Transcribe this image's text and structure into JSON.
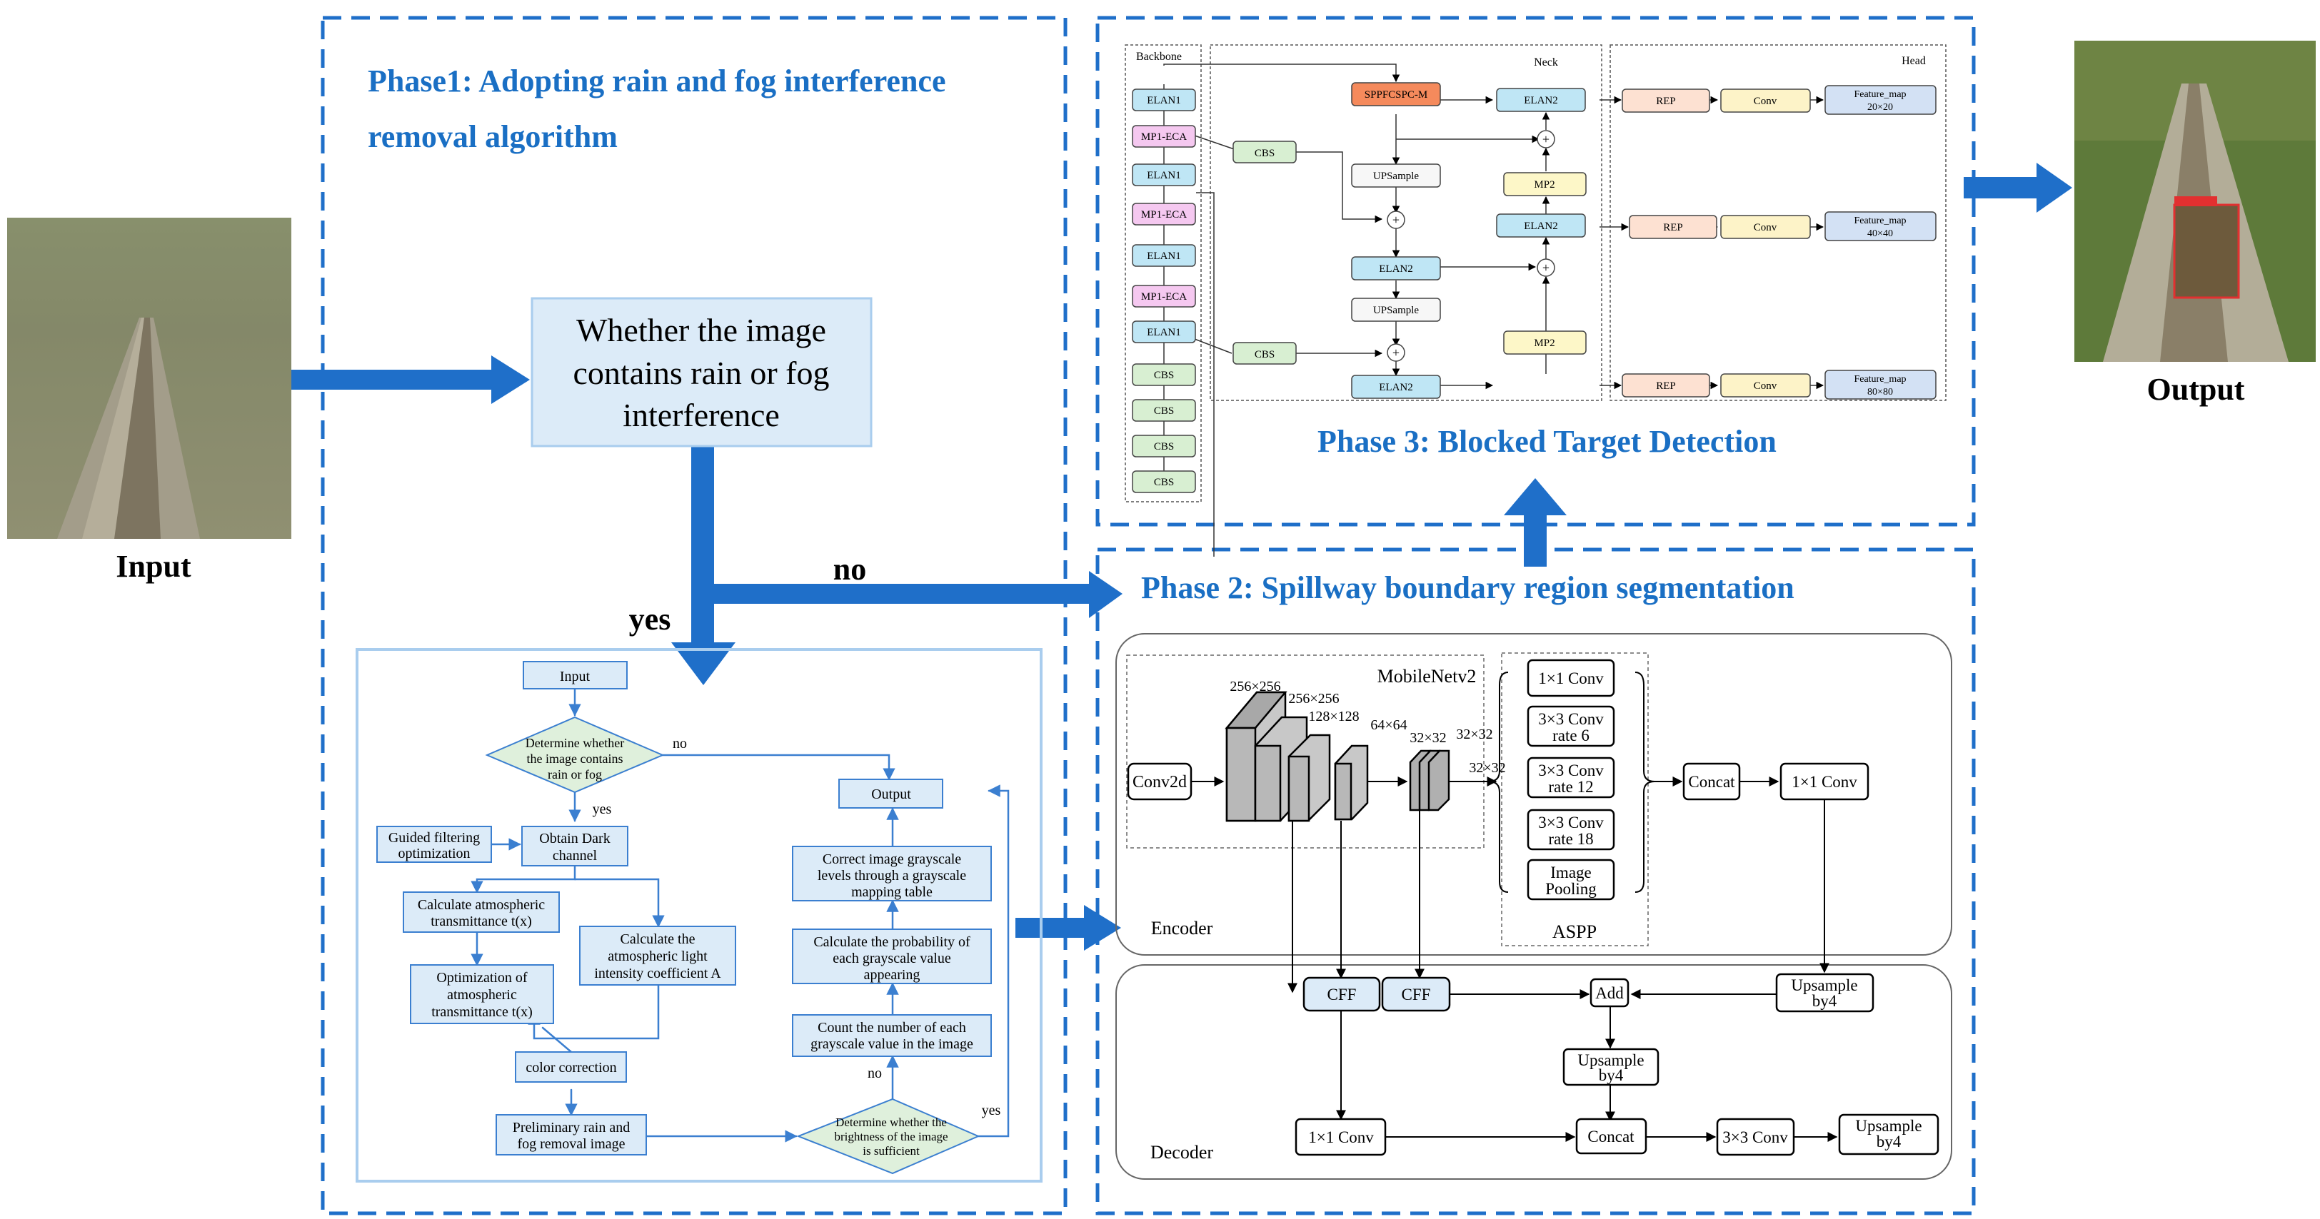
{
  "labels": {
    "input": "Input",
    "output": "Output",
    "yes_big": "yes",
    "no_big": "no"
  },
  "phase1": {
    "title_line1": "Phase1: Adopting rain and fog interference",
    "title_line2": "removal algorithm",
    "decision_box": [
      "Whether the image",
      "contains rain or fog",
      "interference"
    ]
  },
  "flowchart": {
    "input": "Input",
    "decision1": [
      "Determine whether",
      "the image contains",
      "rain or fog"
    ],
    "no": "no",
    "yes": "yes",
    "guided": [
      "Guided filtering",
      "optimization"
    ],
    "dark": [
      "Obtain Dark",
      "channel"
    ],
    "calc_t": [
      "Calculate atmospheric",
      "transmittance t(x)"
    ],
    "calc_A": [
      "Calculate the",
      "atmospheric light",
      "intensity coefficient A"
    ],
    "opt_t": [
      "Optimization of",
      "atmospheric",
      "transmittance t(x)"
    ],
    "color": "color correction",
    "prelim": [
      "Preliminary rain and",
      "fog removal image"
    ],
    "decision2": [
      "Determine whether the",
      "brightness of the image",
      "is sufficient"
    ],
    "no2": "no",
    "yes2": "yes",
    "count": [
      "Count the number of each",
      "grayscale value in the image"
    ],
    "prob": [
      "Calculate the probability of",
      "each grayscale value",
      "appearing"
    ],
    "correct": [
      "Correct image grayscale",
      "levels through a grayscale",
      "mapping table"
    ],
    "output": "Output"
  },
  "phase2": {
    "title": "Phase 2: Spillway boundary region segmentation",
    "mobilenet": "MobileNetv2",
    "conv2d": "Conv2d",
    "sizes": [
      "256×256",
      "256×256",
      "128×128",
      "64×64",
      "32×32",
      "32×32",
      "32×32"
    ],
    "encoder": "Encoder",
    "decoder": "Decoder",
    "aspp": "ASPP",
    "aspp_boxes": [
      [
        "1×1 Conv"
      ],
      [
        "3×3 Conv",
        "rate 6"
      ],
      [
        "3×3 Conv",
        "rate 12"
      ],
      [
        "3×3 Conv",
        "rate 18"
      ],
      [
        "Image",
        "Pooling"
      ]
    ],
    "concat": "Concat",
    "conv1x1": "1×1 Conv",
    "upsample_by4": [
      "Upsample",
      "by4"
    ],
    "cff": "CFF",
    "add": "Add",
    "conv3x3": "3×3 Conv"
  },
  "phase3": {
    "title": "Phase 3: Blocked Target Detection",
    "backbone": "Backbone",
    "neck": "Neck",
    "head": "Head",
    "elan1": "ELAN1",
    "mp1eca": "MP1-ECA",
    "cbs": "CBS",
    "sppf": "SPPFCSPC-M",
    "elan2": "ELAN2",
    "upsample": "UPSample",
    "mp2": "MP2",
    "rep": "REP",
    "conv": "Conv",
    "features": [
      [
        "Feature_map",
        "20×20"
      ],
      [
        "Feature_map",
        "40×40"
      ],
      [
        "Feature_map",
        "80×80"
      ]
    ]
  },
  "colors": {
    "accent_blue": "#1a6fc4",
    "arrow_blue": "#1f6fc9",
    "box_light_blue": "#dcebf8",
    "elan_cyan": "#bfe6f5",
    "mp1_pink": "#f5c8f0",
    "cbs_green": "#d8efd2",
    "sppf_orange": "#f58a5c",
    "mp2_yellow": "#fdf7c8",
    "rep_peach": "#fde1d2",
    "conv_cream": "#fdf3c8",
    "feature_blue": "#d3e1f4"
  }
}
